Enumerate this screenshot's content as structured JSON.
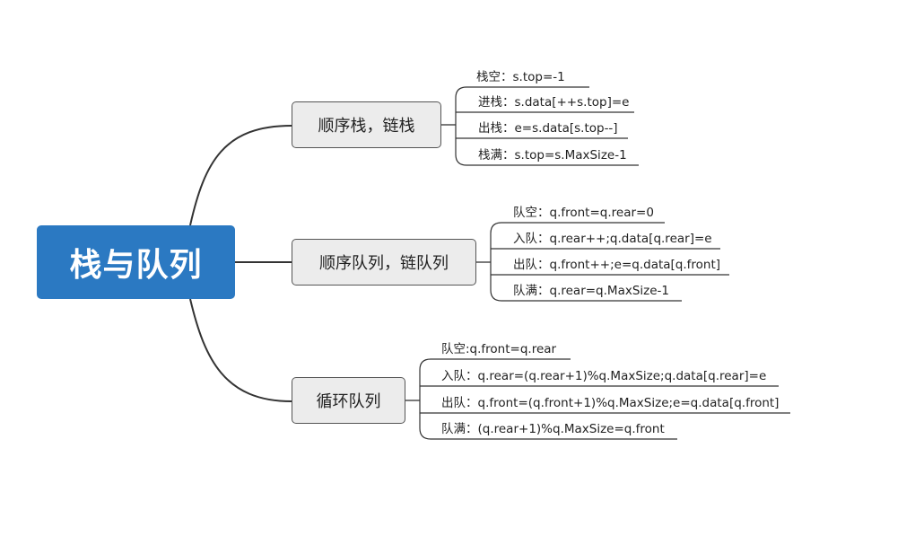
{
  "root": {
    "label": "栈与队列"
  },
  "branches": [
    {
      "label": "顺序栈，链栈",
      "items": [
        "栈空：s.top=-1",
        "进栈：s.data[++s.top]=e",
        "出栈：e=s.data[s.top--]",
        "栈满：s.top=s.MaxSize-1"
      ]
    },
    {
      "label": "顺序队列，链队列",
      "items": [
        "队空：q.front=q.rear=0",
        "入队：q.rear++;q.data[q.rear]=e",
        "出队：q.front++;e=q.data[q.front]",
        "队满：q.rear=q.MaxSize-1"
      ]
    },
    {
      "label": "循环队列",
      "items": [
        "队空:q.front=q.rear",
        "入队：q.rear=(q.rear+1)%q.MaxSize;q.data[q.rear]=e",
        "出队：q.front=(q.front+1)%q.MaxSize;e=q.data[q.front]",
        "队满：(q.rear+1)%q.MaxSize=q.front"
      ]
    }
  ],
  "colors": {
    "root_fill": "#2b79c2",
    "branch_fill": "#ececec",
    "line": "#333333"
  }
}
